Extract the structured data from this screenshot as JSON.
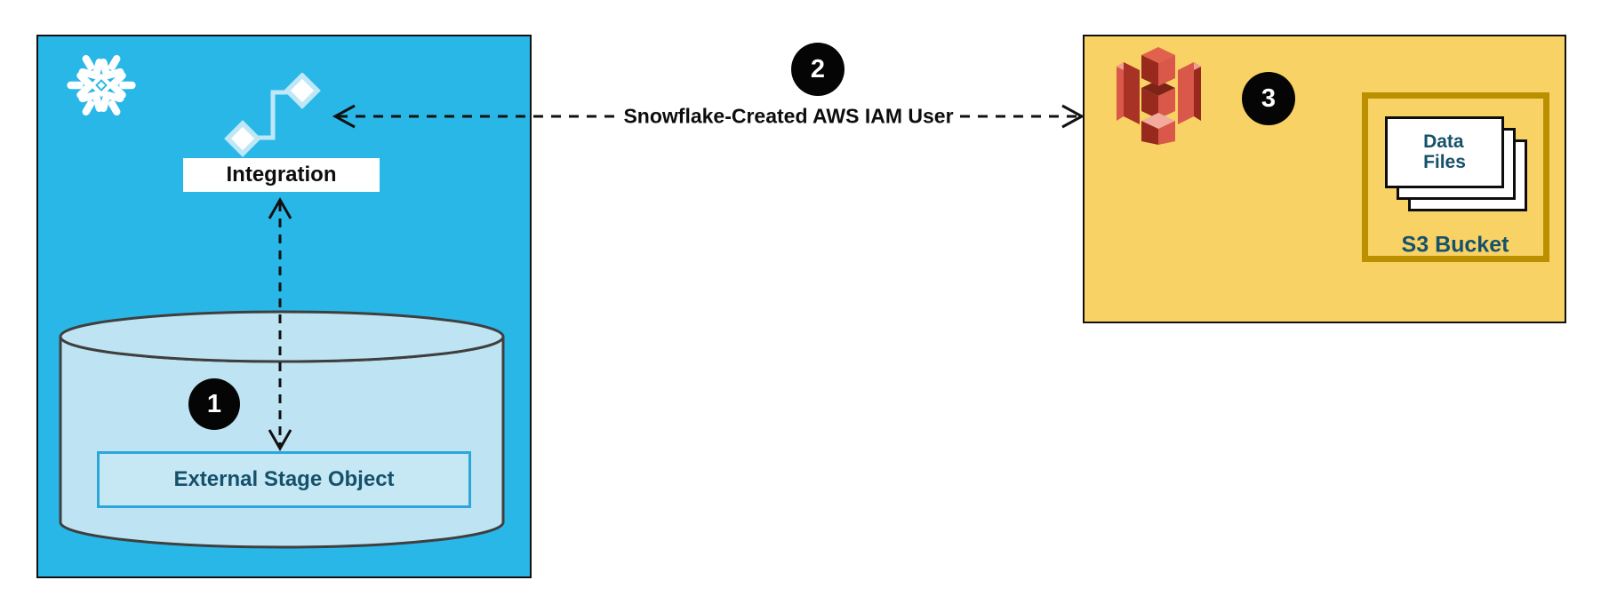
{
  "panels": {
    "snowflake": {
      "integration_label": "Integration",
      "external_stage_label": "External Stage Object",
      "step_badge": "1"
    },
    "aws": {
      "step_badge": "3",
      "s3_bucket_label": "S3 Bucket",
      "data_files_line1": "Data",
      "data_files_line2": "Files"
    }
  },
  "connector": {
    "step_badge": "2",
    "label": "Snowflake-Created AWS IAM User"
  },
  "icons": {
    "snowflake_logo": "snowflake-logo-icon",
    "integration": "integration-icon",
    "s3": "s3-icon",
    "data_files": "data-files-stack"
  },
  "colors": {
    "snowflake_blue": "#29B7E8",
    "cylinder_light_blue": "#BEE4F3",
    "stage_box_blue": "#C6E8F5",
    "stage_border_blue": "#2CA6DB",
    "aws_yellow": "#F8D264",
    "gold_border": "#BB9000",
    "teal_text": "#16516B",
    "s3_red_bright": "#D9584A",
    "s3_red_dark": "#97291D",
    "badge_black": "#050505"
  }
}
